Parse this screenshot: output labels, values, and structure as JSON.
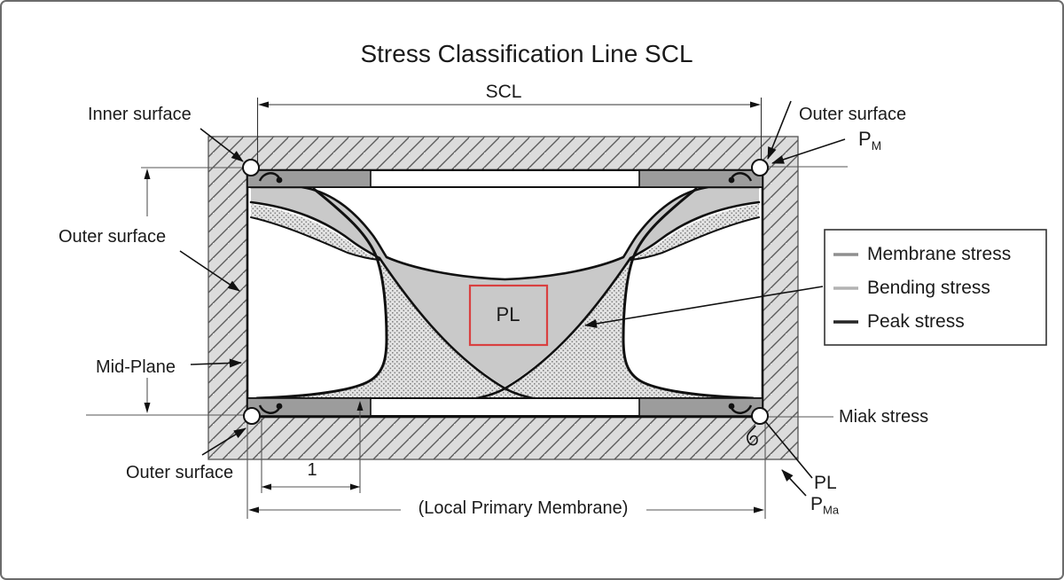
{
  "title": "Stress Classification Line SCL",
  "scl": {
    "label": "SCL"
  },
  "labels": {
    "inner_surface": "Inner surface",
    "outer_surface_top_right": "Outer surface",
    "outer_surface_left": "Outer surface",
    "outer_surface_bottom": "Outer surface",
    "mid_plane": "Mid-Plane",
    "pm": {
      "base": "P",
      "sub": "M"
    },
    "pl_center": "PL",
    "miak_stress": "Miak stress",
    "pl_bottom": "PL",
    "pma": {
      "base": "P",
      "sub": "Ma"
    },
    "dim_one": "1",
    "local_primary_membrane": "(Local Primary Membrane)"
  },
  "legend": {
    "items": [
      {
        "label": "Membrane stress",
        "color": "#8f8f8f"
      },
      {
        "label": "Bending stress",
        "color": "#b3b3b3"
      },
      {
        "label": "Peak stress",
        "color": "#262626"
      }
    ]
  },
  "colors": {
    "outline": "#111111",
    "hatch_fill": "#dcdcdc",
    "plate_dark": "#9c9c9c",
    "membrane_gray": "#c9c9c9",
    "pl_box_red": "#d94040"
  }
}
